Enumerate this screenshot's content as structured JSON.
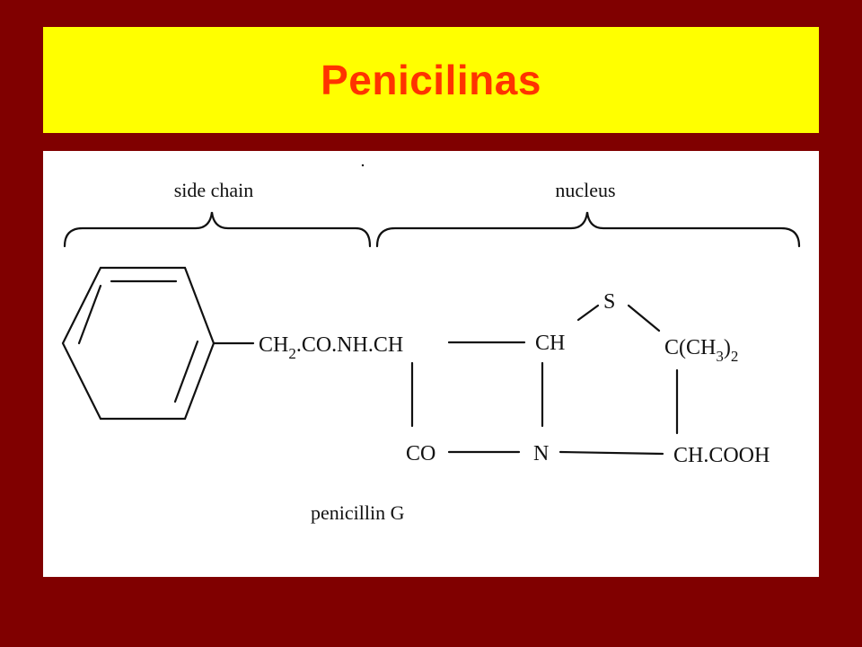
{
  "title": "Penicilinas",
  "colors": {
    "background": "#800000",
    "title_bar": "#FFFF00",
    "title_text": "#FF3300",
    "panel": "#FFFFFF"
  },
  "diagram": {
    "brace_labels": {
      "side_chain": "side chain",
      "nucleus": "nucleus"
    },
    "groups": {
      "side_chain_ch2": "CH",
      "side_chain_ch2_sub": "2",
      "side_chain_rest": ".CO.NH.CH",
      "ring_ch": "CH",
      "sulfur": "S",
      "dimethyl_c": "C(CH",
      "dimethyl_sub3": "3",
      "dimethyl_close": ")",
      "dimethyl_sub2": "2",
      "carbonyl": "CO",
      "nitrogen": "N",
      "carboxyl": "CH.COOH"
    },
    "caption": "penicillin G"
  }
}
